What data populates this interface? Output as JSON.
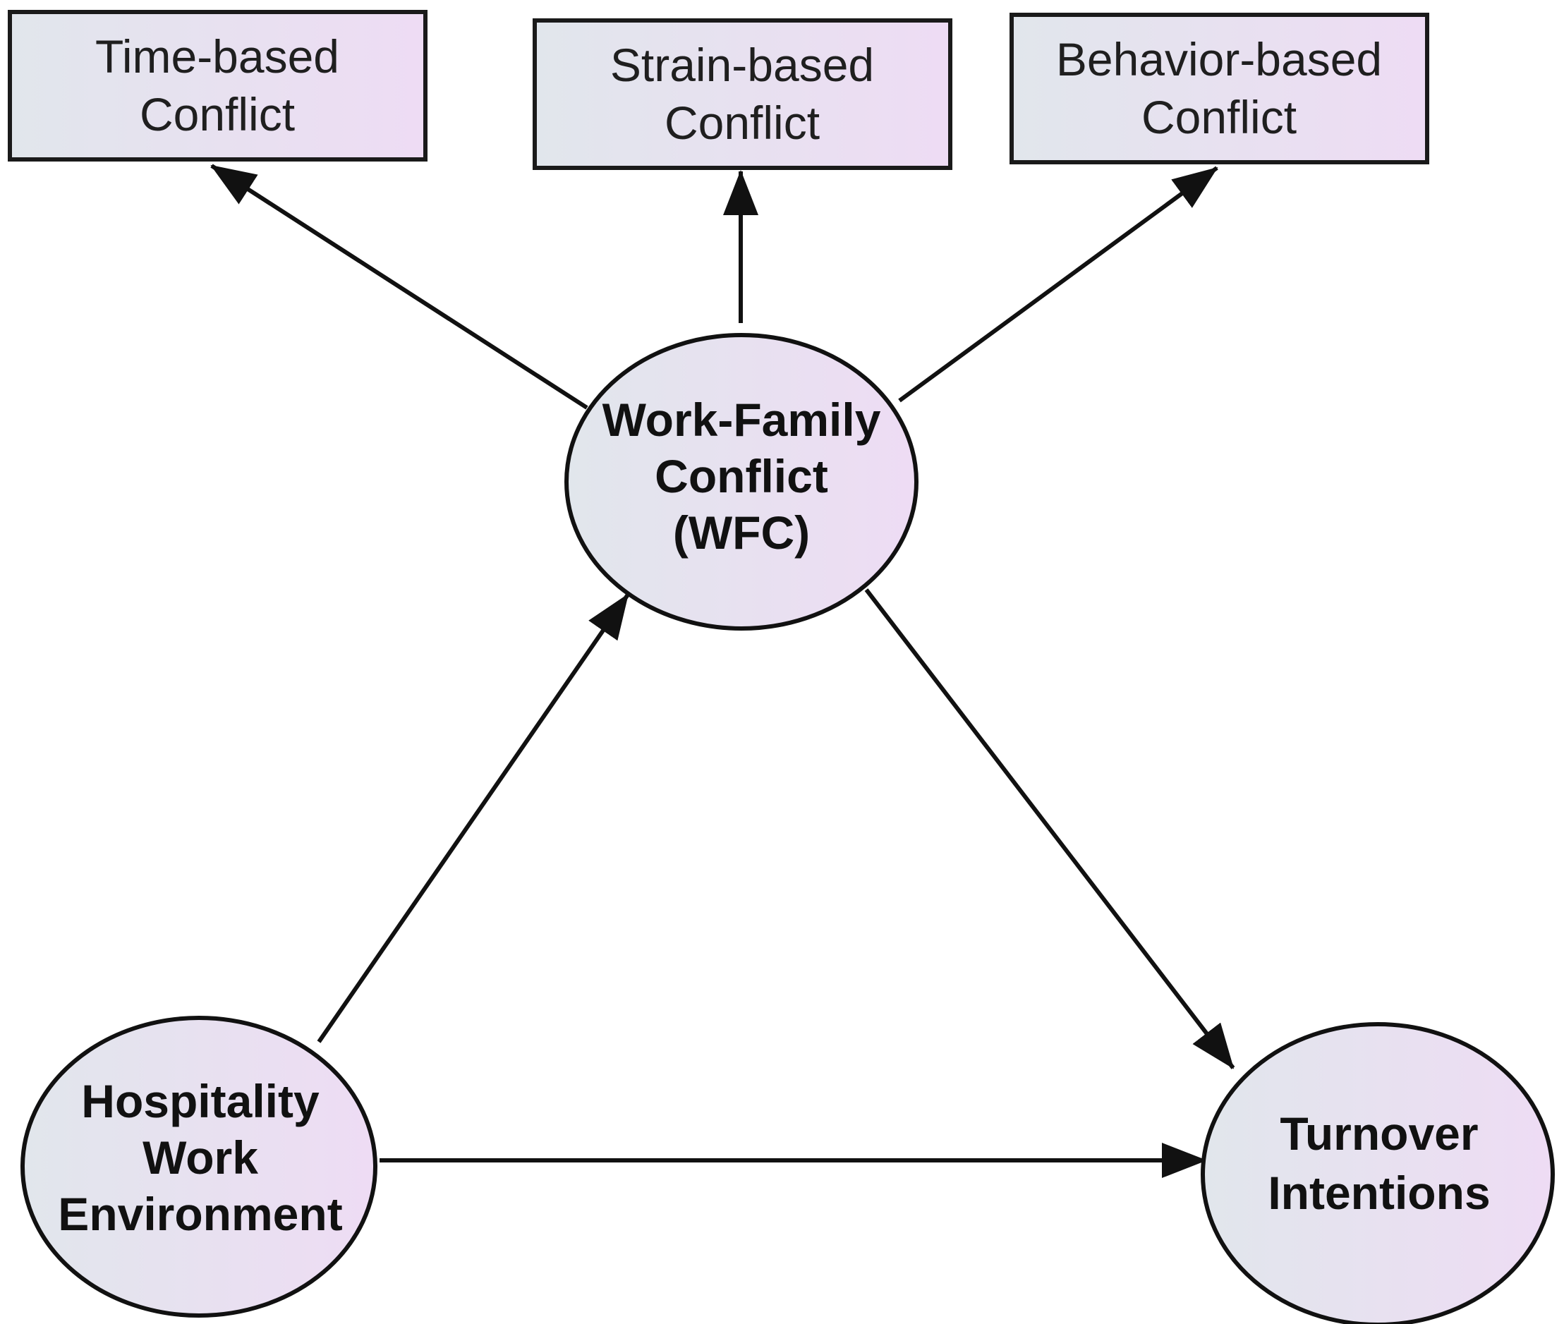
{
  "colors": {
    "node_fill_left": "#e1e6ec",
    "node_fill_right": "#eedcf4",
    "stroke": "#111111",
    "background": "#ffffff"
  },
  "nodes": {
    "time_based": {
      "line1": "Time-based",
      "line2": "Conflict"
    },
    "strain_based": {
      "line1": "Strain-based",
      "line2": "Conflict"
    },
    "behavior_based": {
      "line1": "Behavior-based",
      "line2": "Conflict"
    },
    "wfc": {
      "line1": "Work-Family",
      "line2": "Conflict",
      "line3": "(WFC)"
    },
    "hospitality": {
      "line1": "Hospitality",
      "line2": "Work",
      "line3": "Environment"
    },
    "turnover": {
      "line1": "Turnover",
      "line2": "Intentions"
    }
  },
  "edges": [
    {
      "from": "Work-Family Conflict (WFC)",
      "to": "Time-based Conflict"
    },
    {
      "from": "Work-Family Conflict (WFC)",
      "to": "Strain-based Conflict"
    },
    {
      "from": "Work-Family Conflict (WFC)",
      "to": "Behavior-based Conflict"
    },
    {
      "from": "Hospitality Work Environment",
      "to": "Work-Family Conflict (WFC)"
    },
    {
      "from": "Work-Family Conflict (WFC)",
      "to": "Turnover Intentions"
    },
    {
      "from": "Hospitality Work Environment",
      "to": "Turnover Intentions"
    }
  ]
}
